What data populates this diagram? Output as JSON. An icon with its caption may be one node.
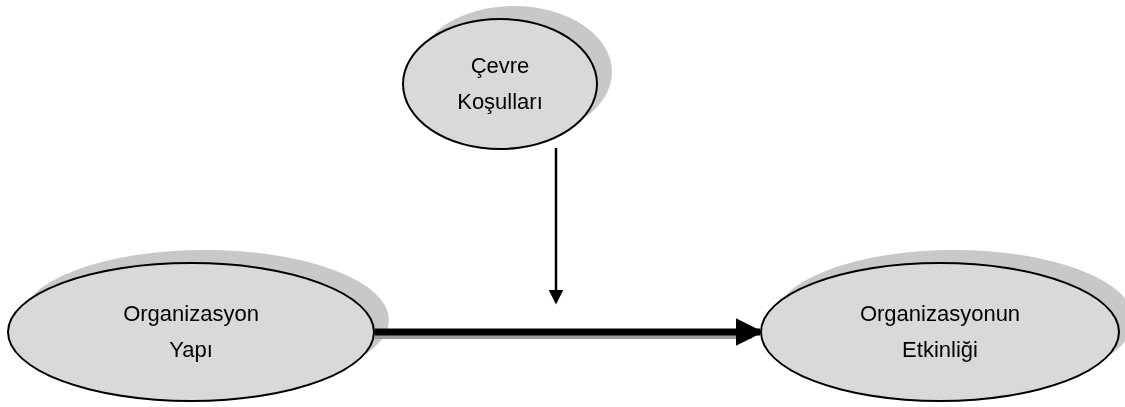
{
  "diagram": {
    "nodes": [
      {
        "text": [
          "Çevre Koşulları"
        ]
      },
      {
        "text": [
          "Organizasyon Yapı"
        ]
      },
      {
        "text": [
          "Organizasyonun Etkinliği"
        ]
      }
    ],
    "edges": [
      {
        "from": 0,
        "to": null,
        "arrow": "to"
      },
      {
        "from": 1,
        "to": 2,
        "arrow": "to",
        "style": "thick"
      }
    ]
  }
}
